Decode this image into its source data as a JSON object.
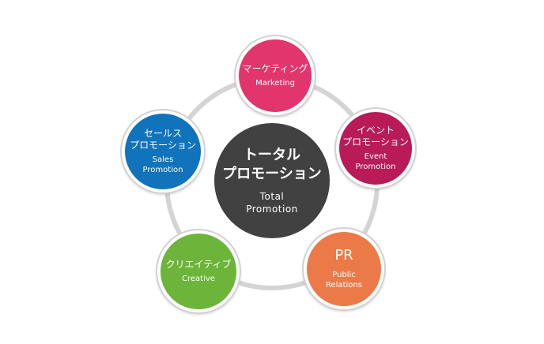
{
  "diagram": {
    "ring_color": "#d4d4d4",
    "center": {
      "label_jp": "トータル\nプロモーション",
      "label_en": "Total\nPromotion",
      "color": "#414141"
    },
    "nodes": {
      "marketing": {
        "label_jp": "マーケティング",
        "label_en": "Marketing",
        "color": "#e3356d"
      },
      "event": {
        "label_jp": "イベント\nプロモーション",
        "label_en": "Event\nPromotion",
        "color": "#b81b57"
      },
      "pr": {
        "label_big": "PR",
        "label_en": "Public\nRelations",
        "color": "#ec7a48"
      },
      "creative": {
        "label_jp": "クリエイティブ",
        "label_en": "Creative",
        "color": "#6cb53a"
      },
      "sales": {
        "label_jp": "セールス\nプロモーション",
        "label_en": "Sales\nPromotion",
        "color": "#1073bc"
      }
    }
  }
}
